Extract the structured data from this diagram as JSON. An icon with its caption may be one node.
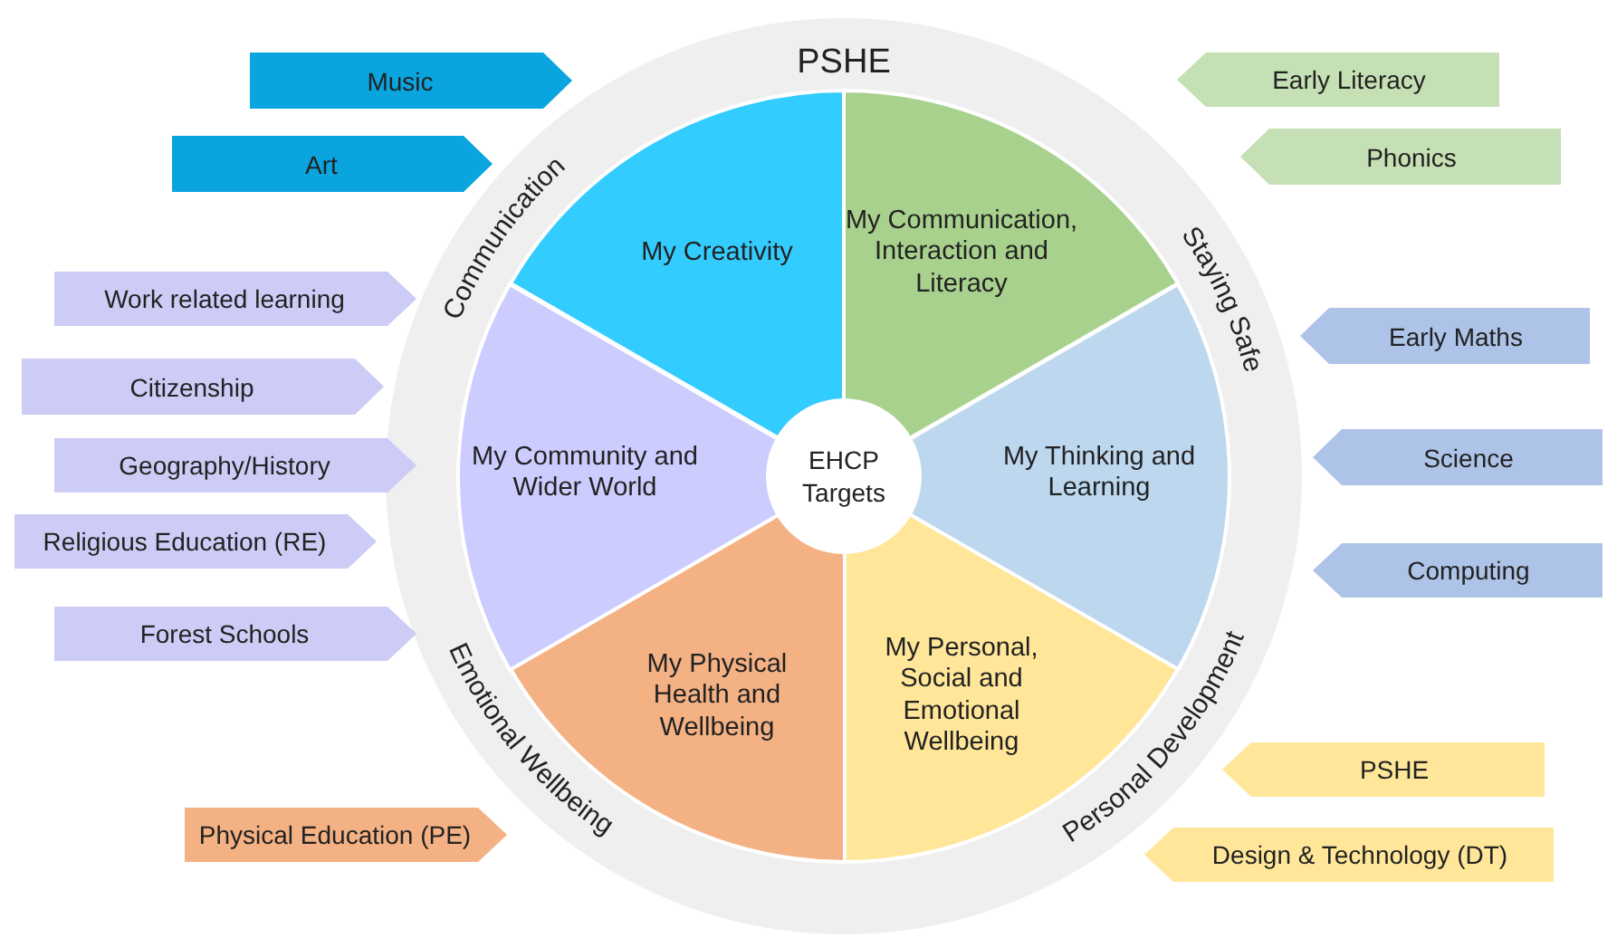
{
  "diagram": {
    "nodes": [
      {
        "text": [
          "PSHE",
          "Communication",
          "Staying Safe",
          "Emotional Wellbeing",
          "Personal Development"
        ]
      },
      {
        "text": [
          "My Creativity"
        ],
        "in": 0
      },
      {
        "text": [
          "My Communication, Interaction and Literacy"
        ],
        "in": 0
      },
      {
        "text": [
          "My Thinking and Learning"
        ],
        "in": 0
      },
      {
        "text": [
          "My Personal, Social and Emotional Wellbeing"
        ],
        "in": 0
      },
      {
        "text": [
          "My Physical Health and Wellbeing"
        ],
        "in": 0
      },
      {
        "text": [
          "My Community and Wider World"
        ],
        "in": 0
      },
      {
        "text": [
          "EHCP Targets"
        ],
        "in": 0
      },
      {
        "text": [
          "Music"
        ]
      },
      {
        "text": [
          "Art"
        ]
      },
      {
        "text": [
          "Work related learning"
        ]
      },
      {
        "text": [
          "Citizenship"
        ]
      },
      {
        "text": [
          "Geography/History"
        ]
      },
      {
        "text": [
          "Religious Education (RE)"
        ]
      },
      {
        "text": [
          "Forest Schools"
        ]
      },
      {
        "text": [
          "Physical Education (PE)"
        ]
      },
      {
        "text": [
          "Early Literacy"
        ]
      },
      {
        "text": [
          "Phonics"
        ]
      },
      {
        "text": [
          "Early Maths"
        ]
      },
      {
        "text": [
          "Science"
        ]
      },
      {
        "text": [
          "Computing"
        ]
      },
      {
        "text": [
          "PSHE"
        ]
      },
      {
        "text": [
          "Design & Technology (DT)"
        ]
      }
    ]
  }
}
